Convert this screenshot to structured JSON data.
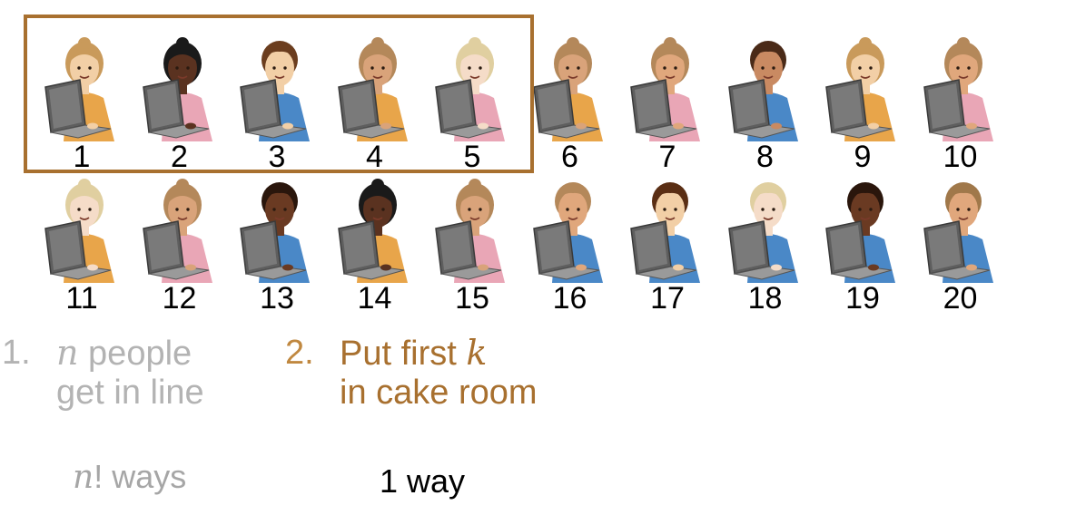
{
  "people": [
    {
      "n": "1",
      "skin": "#f2cfa6",
      "hair": "#c99a5b",
      "shirt": "#e8a54a",
      "style": "bun"
    },
    {
      "n": "2",
      "skin": "#5a3220",
      "hair": "#1a1a1a",
      "shirt": "#e9a6b6",
      "style": "bun"
    },
    {
      "n": "3",
      "skin": "#f2cfa6",
      "hair": "#6b3d1e",
      "shirt": "#4a88c7",
      "style": "short"
    },
    {
      "n": "4",
      "skin": "#d9a37a",
      "hair": "#b4885a",
      "shirt": "#e8a54a",
      "style": "bun"
    },
    {
      "n": "5",
      "skin": "#f5dcc8",
      "hair": "#e0cfa0",
      "shirt": "#e9a6b6",
      "style": "bun"
    },
    {
      "n": "6",
      "skin": "#d9a37a",
      "hair": "#b4885a",
      "shirt": "#e8a54a",
      "style": "bun"
    },
    {
      "n": "7",
      "skin": "#e0a77c",
      "hair": "#b4885a",
      "shirt": "#e9a6b6",
      "style": "bun"
    },
    {
      "n": "8",
      "skin": "#c98a62",
      "hair": "#4a2a18",
      "shirt": "#4a88c7",
      "style": "short"
    },
    {
      "n": "9",
      "skin": "#f2cfa6",
      "hair": "#c99a5b",
      "shirt": "#e8a54a",
      "style": "bun"
    },
    {
      "n": "10",
      "skin": "#e0a77c",
      "hair": "#b4885a",
      "shirt": "#e9a6b6",
      "style": "bun"
    },
    {
      "n": "11",
      "skin": "#f5dcc8",
      "hair": "#e0cfa0",
      "shirt": "#e8a54a",
      "style": "bun"
    },
    {
      "n": "12",
      "skin": "#d9a37a",
      "hair": "#b4885a",
      "shirt": "#e9a6b6",
      "style": "bun"
    },
    {
      "n": "13",
      "skin": "#6a3a22",
      "hair": "#2a160c",
      "shirt": "#4a88c7",
      "style": "short"
    },
    {
      "n": "14",
      "skin": "#5a3220",
      "hair": "#1a1a1a",
      "shirt": "#e8a54a",
      "style": "bun"
    },
    {
      "n": "15",
      "skin": "#d9a37a",
      "hair": "#b4885a",
      "shirt": "#e9a6b6",
      "style": "bun"
    },
    {
      "n": "16",
      "skin": "#e0a77c",
      "hair": "#b4885a",
      "shirt": "#4a88c7",
      "style": "short"
    },
    {
      "n": "17",
      "skin": "#f2cfa6",
      "hair": "#5a2e14",
      "shirt": "#4a88c7",
      "style": "short"
    },
    {
      "n": "18",
      "skin": "#f5dcc8",
      "hair": "#e0cfa0",
      "shirt": "#4a88c7",
      "style": "short"
    },
    {
      "n": "19",
      "skin": "#6a3a22",
      "hair": "#2a160c",
      "shirt": "#4a88c7",
      "style": "short"
    },
    {
      "n": "20",
      "skin": "#e0a77c",
      "hair": "#a0784a",
      "shirt": "#4a88c7",
      "style": "short"
    }
  ],
  "colors": {
    "box": "#a8702f",
    "step1": "#b3b3b3",
    "step2_marker": "#c08840",
    "step2_text": "#a8702f"
  },
  "step1": {
    "marker": "1.",
    "var": "n",
    "line1": "people",
    "line2": "get in line",
    "ways_var": "n",
    "ways_rest": "! ways"
  },
  "step2": {
    "marker": "2.",
    "line1": "Put first",
    "var": "k",
    "line2": "in cake room",
    "ways": "1 way"
  }
}
